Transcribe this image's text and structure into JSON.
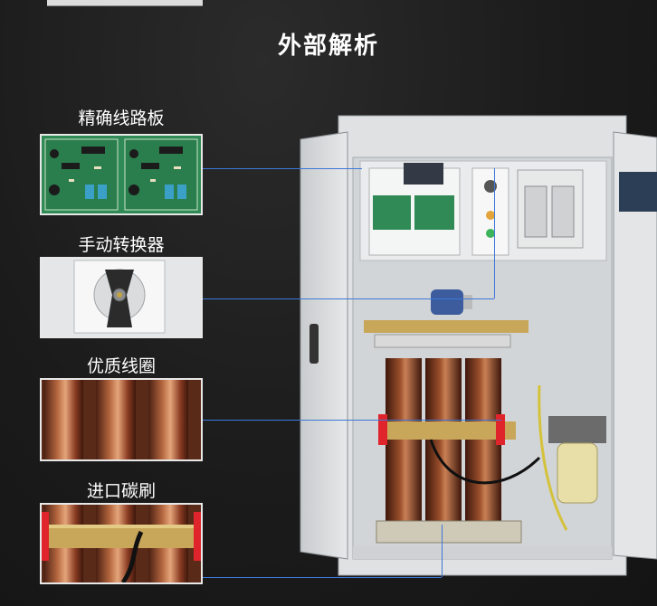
{
  "title": "外部解析",
  "callouts": [
    {
      "label": "精确线路板"
    },
    {
      "label": "手动转换器"
    },
    {
      "label": "优质线圈"
    },
    {
      "label": "进口碳刷"
    }
  ],
  "colors": {
    "background": "#1b1b1b",
    "leader_line": "#3c78d8",
    "cabinet": "#d6d9dc",
    "coil_copper": "#7a3a22",
    "brush_red": "#e0242c",
    "pcb_green": "#2f8a55"
  },
  "icons": [
    "circuit-board-image",
    "rotary-switch-image",
    "coil-image",
    "carbon-brush-image",
    "cabinet-image"
  ]
}
